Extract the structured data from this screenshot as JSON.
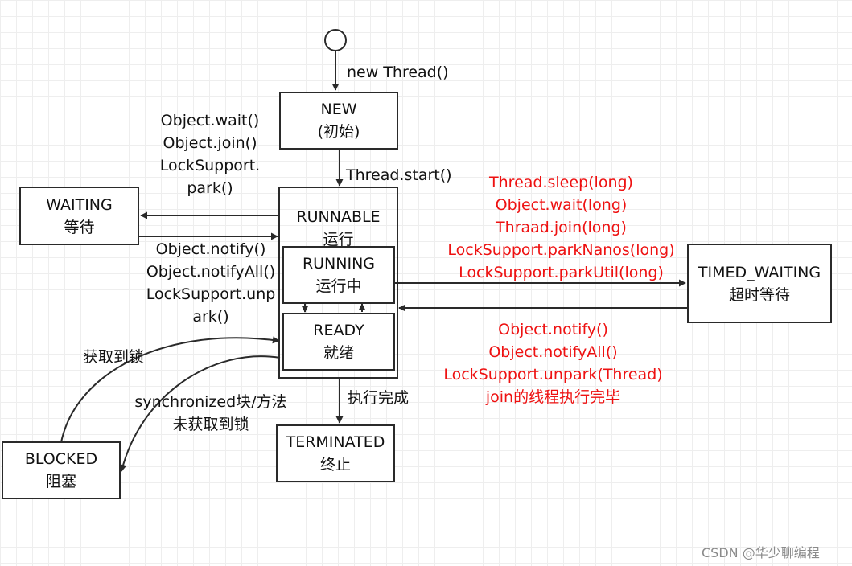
{
  "states": {
    "new": {
      "title": "NEW",
      "sub": "(初始)"
    },
    "runnable": {
      "title": "RUNNABLE",
      "sub": "运行"
    },
    "running": {
      "title": "RUNNING",
      "sub": "运行中"
    },
    "ready": {
      "title": "READY",
      "sub": "就绪"
    },
    "waiting": {
      "title": "WAITING",
      "sub": "等待"
    },
    "timed_waiting": {
      "title": "TIMED_WAITING",
      "sub": "超时等待"
    },
    "blocked": {
      "title": "BLOCKED",
      "sub": "阻塞"
    },
    "terminated": {
      "title": "TERMINATED",
      "sub": "终止"
    }
  },
  "transitions": {
    "new_thread": "new Thread()",
    "thread_start": "Thread.start()",
    "to_waiting": [
      "Object.wait()",
      "Object.join()",
      "LockSupport.",
      "park()"
    ],
    "from_waiting": [
      "Object.notify()",
      "Object.notifyAll()",
      "LockSupport.unp",
      "ark()"
    ],
    "to_timed_waiting": [
      "Thread.sleep(long)",
      "Object.wait(long)",
      "Thraad.join(long)",
      "LockSupport.parkNanos(long)",
      "LockSupport.parkUtil(long)"
    ],
    "from_timed_waiting": [
      "Object.notify()",
      "Object.notifyAll()",
      "LockSupport.unpark(Thread)",
      "join的线程执行完毕"
    ],
    "acquire_lock": "获取到锁",
    "to_blocked": [
      "synchronized块/方法",
      "未获取到锁"
    ],
    "finished": "执行完成"
  },
  "watermark": "CSDN @华少聊编程",
  "colors": {
    "line": "#2a2a2a",
    "timed_text": "#ee1111",
    "text": "#111111"
  }
}
